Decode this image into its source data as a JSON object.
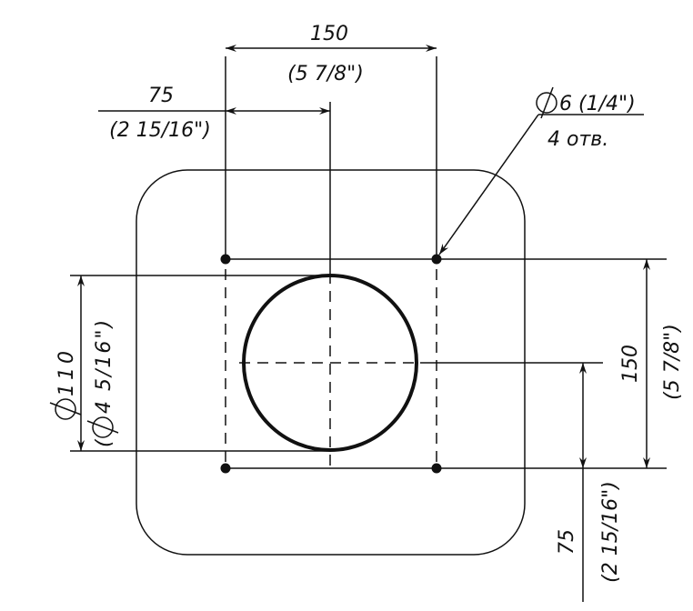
{
  "dimensions": {
    "top_width": {
      "value": "150",
      "imperial": "(5 7/8\")"
    },
    "top_offset": {
      "value": "75",
      "imperial": "(2 15/16\")"
    },
    "hole": {
      "diameter": "6 (1/4\")",
      "count": "4 отв."
    },
    "circle": {
      "diameter": "110",
      "imperial": "4 5/16\")",
      "imperial_open": "("
    },
    "right_height": {
      "value": "150",
      "imperial": "(5 7/8\")"
    },
    "right_offset": {
      "value": "75",
      "imperial": "(2 15/16\")"
    }
  },
  "symbols": {
    "diameter": "Ø"
  }
}
